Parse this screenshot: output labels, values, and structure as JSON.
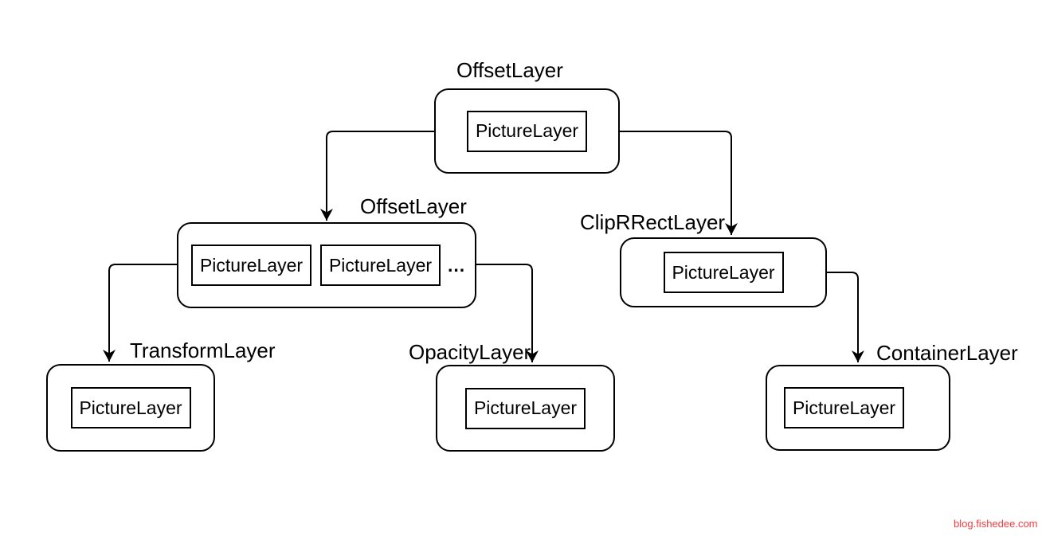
{
  "diagram": {
    "nodes": [
      {
        "id": "offsetlayer-root",
        "label": "OffsetLayer",
        "children": [
          "PictureLayer"
        ]
      },
      {
        "id": "offsetlayer-2",
        "label": "OffsetLayer",
        "children": [
          "PictureLayer",
          "PictureLayer"
        ],
        "ellipsis": "..."
      },
      {
        "id": "cliprrectlayer",
        "label": "ClipRRectLayer",
        "children": [
          "PictureLayer"
        ]
      },
      {
        "id": "transformlayer",
        "label": "TransformLayer",
        "children": [
          "PictureLayer"
        ]
      },
      {
        "id": "opacitylayer",
        "label": "OpacityLayer",
        "children": [
          "PictureLayer"
        ]
      },
      {
        "id": "containerlayer",
        "label": "ContainerLayer",
        "children": [
          "PictureLayer"
        ]
      }
    ],
    "edges": [
      {
        "from": "offsetlayer-root",
        "to": "offsetlayer-2"
      },
      {
        "from": "offsetlayer-root",
        "to": "cliprrectlayer"
      },
      {
        "from": "offsetlayer-2",
        "to": "transformlayer"
      },
      {
        "from": "offsetlayer-2",
        "to": "opacitylayer"
      },
      {
        "from": "cliprrectlayer",
        "to": "containerlayer"
      }
    ],
    "colors": {
      "stroke": "#000000",
      "background": "#ffffff",
      "watermark": "#f43b3e"
    },
    "watermark": "blog.fishedee.com"
  }
}
